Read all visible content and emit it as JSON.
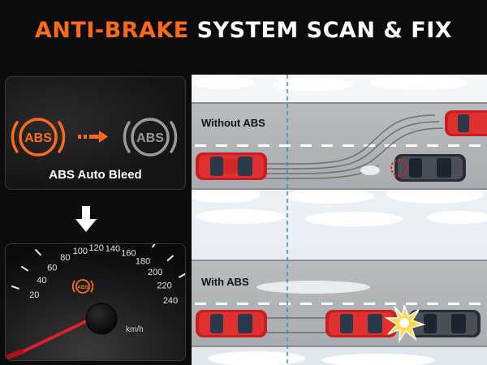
{
  "header": {
    "title_accent": "ANTI-BRAKE",
    "title_rest": " SYSTEM SCAN & FIX"
  },
  "abs_panel": {
    "badge_text": "ABS",
    "caption": "ABS Auto Bleed"
  },
  "speedometer": {
    "badge_text": "ABS",
    "unit": "km/h",
    "ticks": [
      "20",
      "40",
      "60",
      "80",
      "100",
      "120",
      "140",
      "160",
      "180",
      "200",
      "220",
      "240"
    ]
  },
  "scenes": {
    "without_abs_label": "Without ABS",
    "with_abs_label": "With ABS"
  },
  "colors": {
    "accent": "#ff6a1a",
    "red_car": "#c81e1e",
    "dark_car": "#2a2e33"
  },
  "icons": [
    "abs-warning-icon",
    "arrow-right-icon",
    "arrow-down-icon",
    "crash-burst-icon"
  ]
}
